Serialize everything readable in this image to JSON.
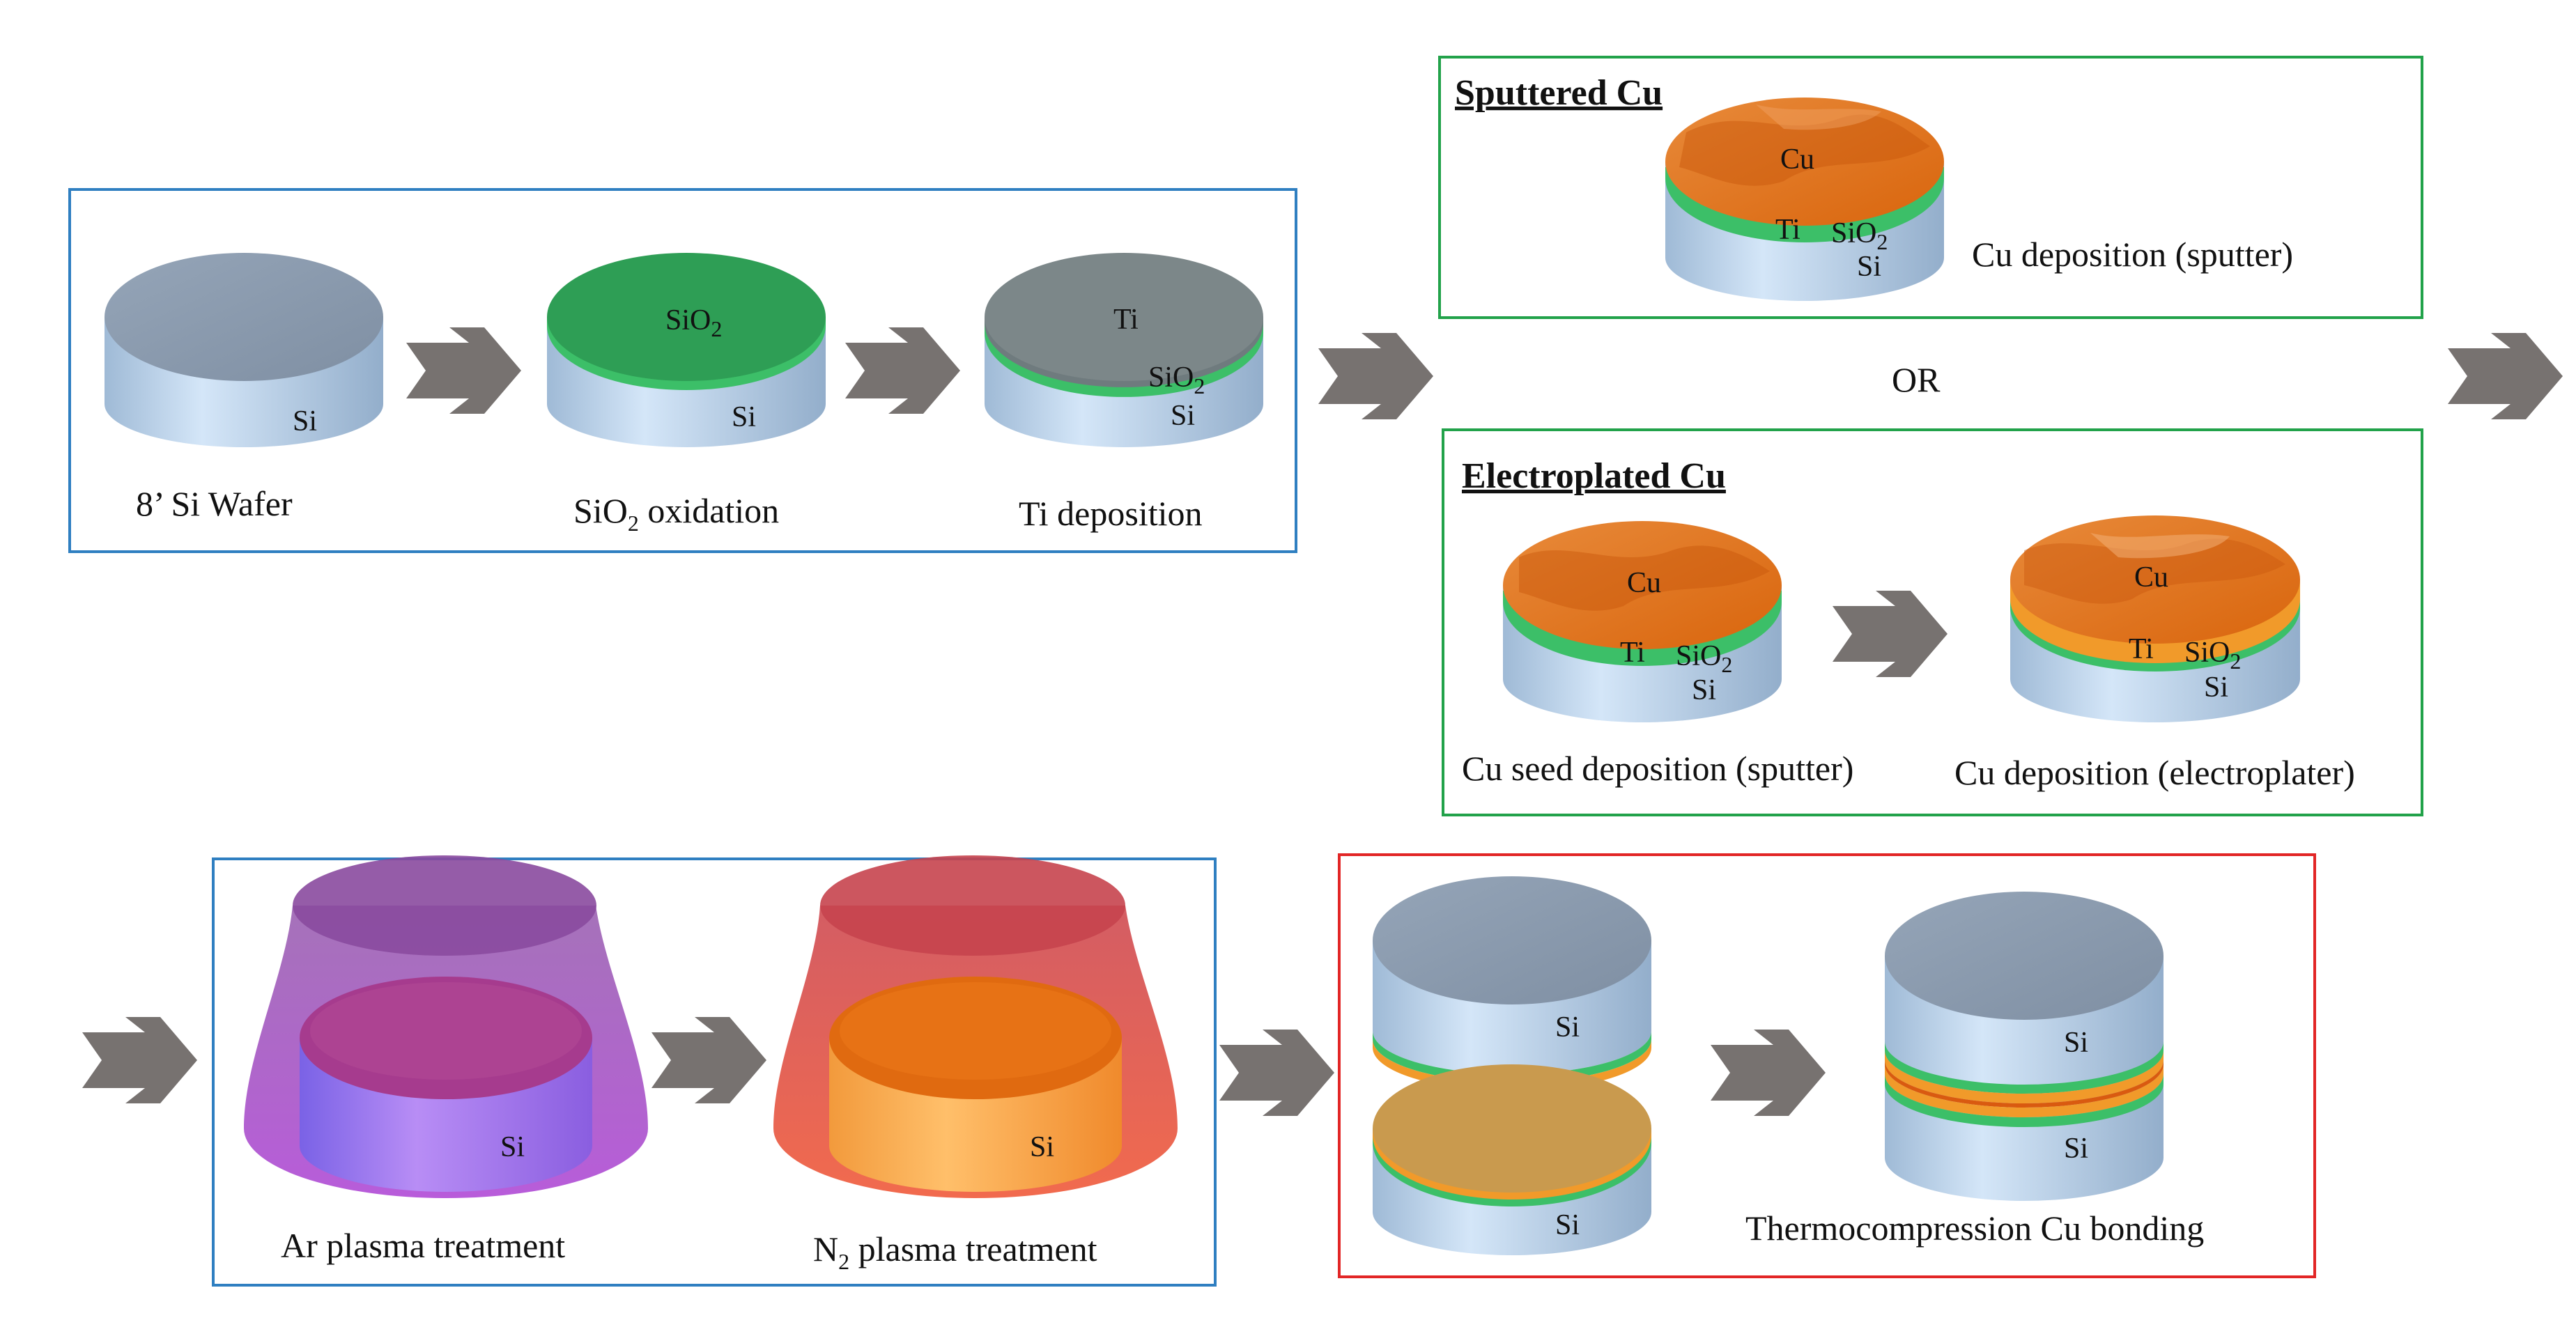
{
  "colors": {
    "blue_box": "#2f7fc1",
    "green_box": "#22a24a",
    "red_box": "#e22626",
    "arrow": "#777270",
    "si_side": "#b9d4ee",
    "si_top": "#8b9aac",
    "sio2": "#2e9e55",
    "ti": "#7c8789",
    "cu": "#e07018",
    "ar_plasma": "#9b45c4",
    "n2_plasma": "#e8453a"
  },
  "layers": {
    "si": "Si",
    "sio2_base": "SiO",
    "sio2_sub": "2",
    "ti": "Ti",
    "cu": "Cu"
  },
  "steps": {
    "wafer": "8’ Si Wafer",
    "oxidation_pre": "SiO",
    "oxidation_sub": "2",
    "oxidation_post": " oxidation",
    "ti_dep": "Ti deposition",
    "cu_sputter": "Cu deposition (sputter)",
    "cu_seed": "Cu seed deposition (sputter)",
    "cu_electro": "Cu deposition (electroplater)",
    "ar_plasma": "Ar plasma treatment",
    "n2_pre": "N",
    "n2_sub": "2",
    "n2_post": " plasma treatment",
    "bonding": "Thermocompression Cu bonding"
  },
  "sections": {
    "sputtered": "Sputtered Cu",
    "or": "OR",
    "electroplated": "Electroplated Cu"
  }
}
